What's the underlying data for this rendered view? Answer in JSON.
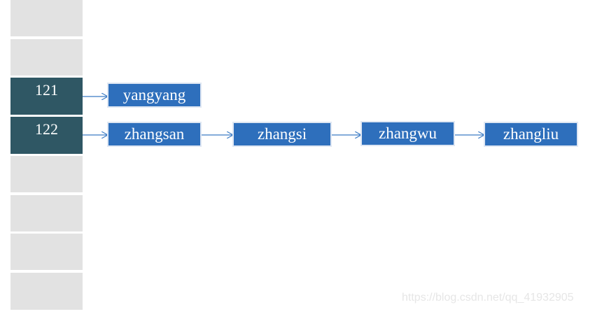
{
  "hash_table": {
    "buckets": [
      {
        "label": ""
      },
      {
        "label": ""
      },
      {
        "label": "121"
      },
      {
        "label": "122"
      },
      {
        "label": ""
      },
      {
        "label": ""
      },
      {
        "label": ""
      },
      {
        "label": ""
      }
    ]
  },
  "chains": {
    "row_121": [
      "yangyang"
    ],
    "row_122": [
      "zhangsan",
      "zhangsi",
      "zhangwu",
      "zhangliu"
    ]
  },
  "colors": {
    "empty_bucket": "#e2e2e2",
    "filled_bucket": "#2f5764",
    "node": "#2e6fbc",
    "arrow": "#3b7bc4"
  },
  "watermark": "https://blog.csdn.net/qq_41932905"
}
